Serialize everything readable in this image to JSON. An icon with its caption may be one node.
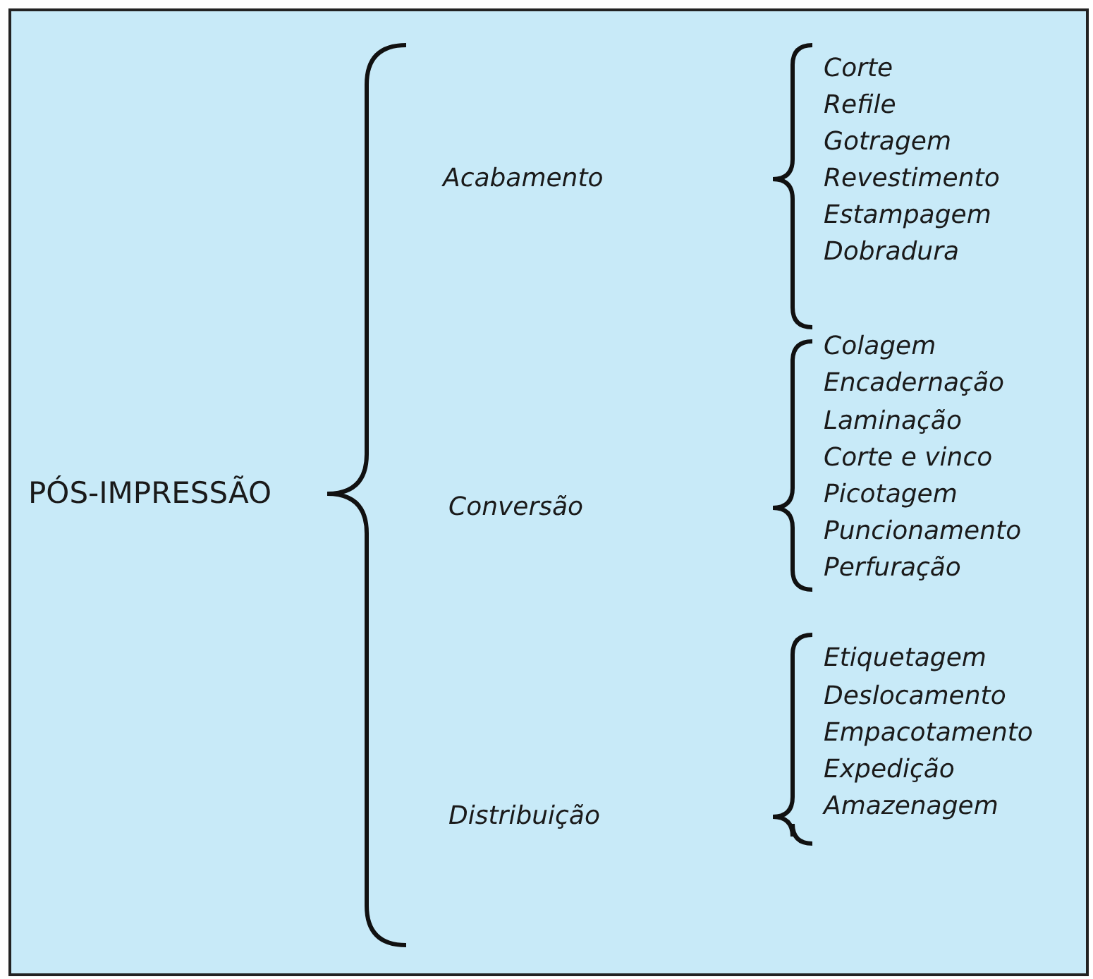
{
  "diagram": {
    "labels": [
      "PÓS-IMPRESSÃO",
      "Acabamento",
      "Corte",
      "Refile",
      "Gotragem",
      "Revestimento",
      "Estampagem",
      "Dobradura",
      "Conversão",
      "Colagem",
      "Encadernação",
      "Laminação",
      "Corte e vinco",
      "Picotagem",
      "Puncionamento",
      "Perfuração",
      "Distribuição",
      "Etiquetagem",
      "Deslocamento",
      "Empacotamento",
      "Expedição",
      "Amazenagem"
    ]
  }
}
